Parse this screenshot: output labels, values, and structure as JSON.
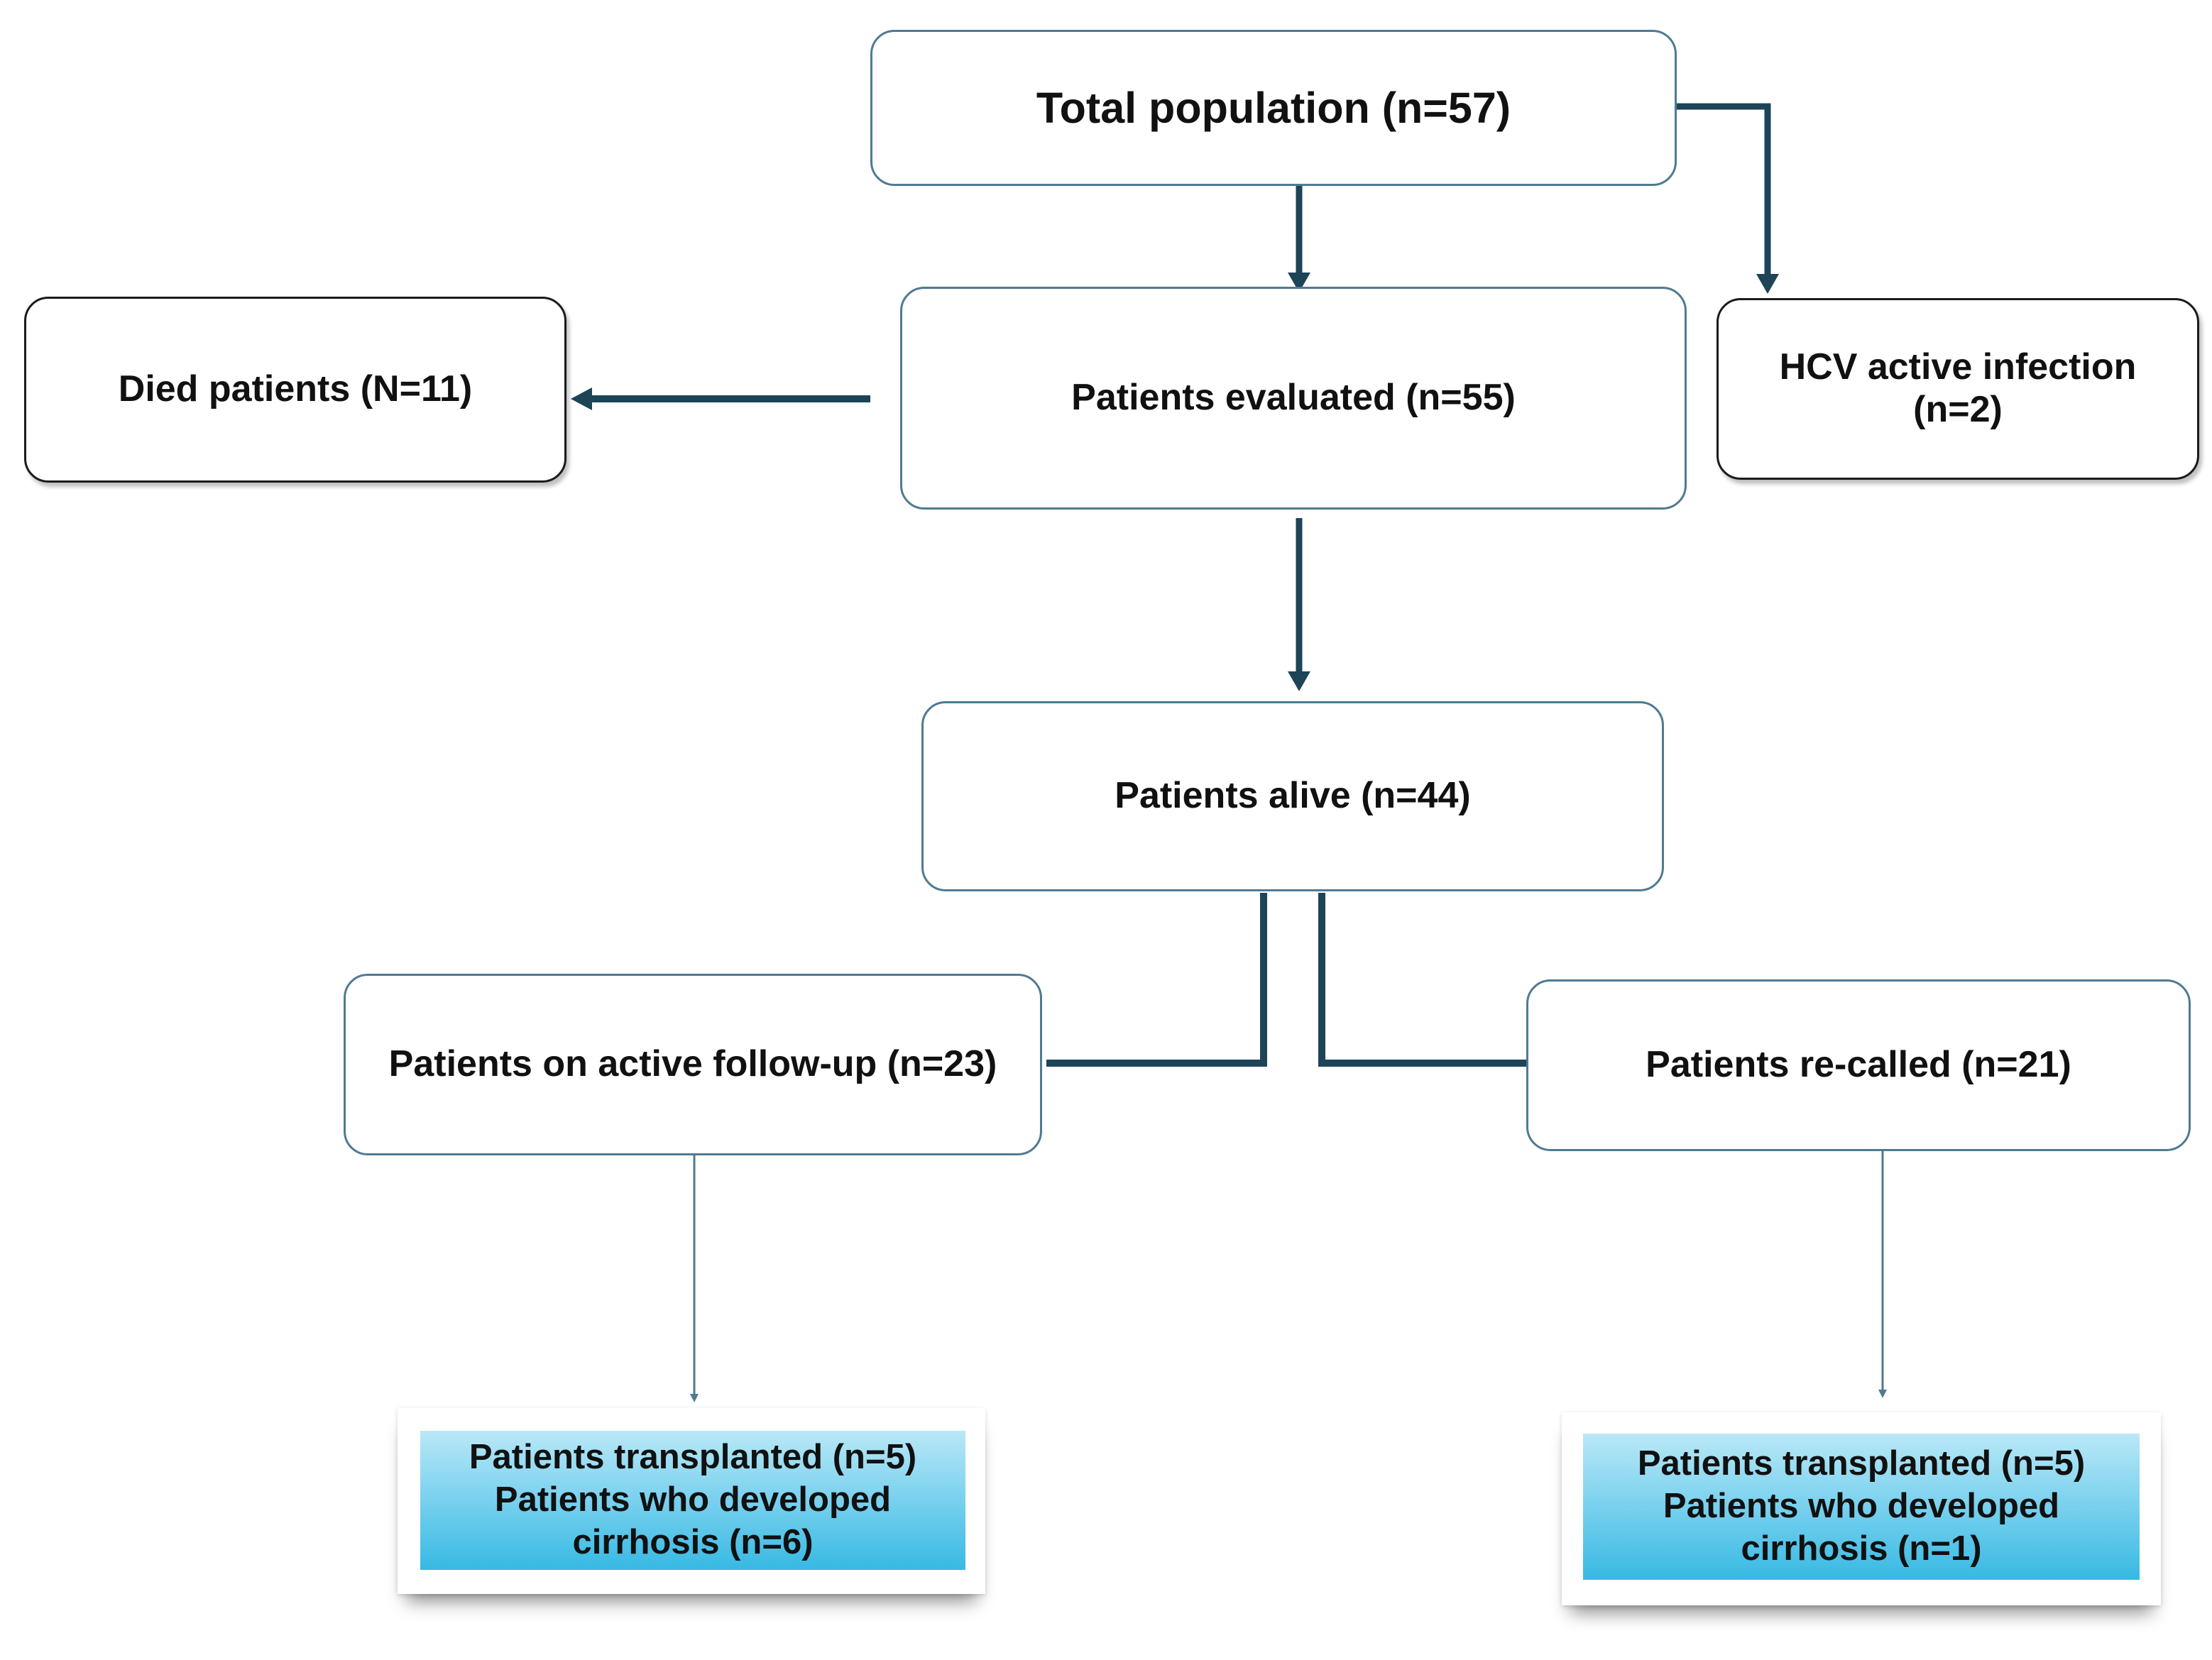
{
  "colors": {
    "connector": "#1d4457",
    "box_border": "#4f7a92",
    "dark_border": "#1b1b1b",
    "highlight_top": "#b9e8f7",
    "highlight_bottom": "#37b9e3"
  },
  "nodes": {
    "total": {
      "label": "Total population (n=57)"
    },
    "evaluated": {
      "label": "Patients evaluated (n=55)"
    },
    "died": {
      "label": "Died patients (N=11)"
    },
    "hcv": {
      "line1": "HCV active infection",
      "line2": "(n=2)"
    },
    "alive": {
      "label": "Patients alive (n=44)"
    },
    "followup": {
      "label": "Patients on active follow-up (n=23)"
    },
    "recalled": {
      "label": "Patients re-called (n=21)"
    },
    "outcome_left": {
      "line1": "Patients transplanted (n=5)",
      "line2": "Patients who developed",
      "line3": "cirrhosis (n=6)"
    },
    "outcome_right": {
      "line1": "Patients transplanted (n=5)",
      "line2": "Patients who developed",
      "line3": "cirrhosis (n=1)"
    }
  },
  "edges": [
    {
      "from": "total",
      "to": "evaluated"
    },
    {
      "from": "total",
      "to": "hcv"
    },
    {
      "from": "evaluated",
      "to": "died"
    },
    {
      "from": "evaluated",
      "to": "alive"
    },
    {
      "from": "alive",
      "to": "followup"
    },
    {
      "from": "alive",
      "to": "recalled"
    },
    {
      "from": "followup",
      "to": "outcome_left"
    },
    {
      "from": "recalled",
      "to": "outcome_right"
    }
  ]
}
